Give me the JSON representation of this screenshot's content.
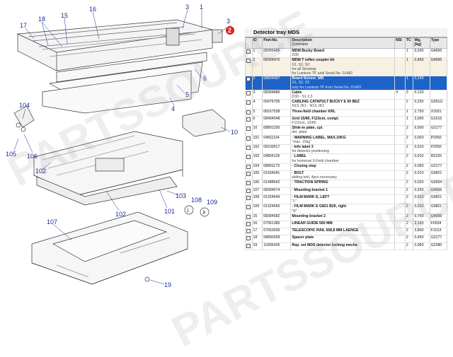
{
  "panel": {
    "title": "Detector tray MDS",
    "columns": {
      "id": "ID",
      "part_no": "Part-No.",
      "description": "Description",
      "comment": "Comment",
      "nsi": "NSI",
      "tc": "TC",
      "wg": "Wg. [kg]",
      "type": "Type"
    },
    "rows": [
      {
        "id": "1",
        "part": "08395456",
        "desc": "MDM Bucky Board",
        "sub": [
          "D30"
        ],
        "nsi": "",
        "tc": "1",
        "wg": "0,200",
        "type": "G4065",
        "style": "normal"
      },
      {
        "id": "2",
        "part": "08394970",
        "desc": "MDM T reflex coupler kit",
        "sub": [
          "S1, S2, S3",
          "for all Sireskop",
          "for Luminos TF until Serial No. 01482"
        ],
        "nsi": "",
        "tc": "1",
        "wg": "0,450",
        "type": "G4065",
        "style": "light"
      },
      {
        "id": "2",
        "part": "08604907",
        "desc": "Board Sensor_MD",
        "sub": [
          "S1, S2, S3",
          "only for Luminos TF from Serial No. 01483"
        ],
        "nsi": "",
        "tc": "1",
        "wg": "0,140",
        "type": "",
        "style": "selected"
      },
      {
        "id": "3",
        "part": "08394889",
        "desc": "Cable",
        "sub": [
          "D30 - S1 2,3"
        ],
        "nsi": "X",
        "tc": "3",
        "wg": "0,120",
        "type": "",
        "style": "normal"
      },
      {
        "id": "4",
        "part": "00476705",
        "desc": "CABLING CATAPULT BUCKY E 00 BEZ",
        "sub": [
          "N1S JK1 - N1S JK2"
        ],
        "nsi": "",
        "tc": "2",
        "wg": "0,250",
        "type": "G051G",
        "style": "normal"
      },
      {
        "id": "5",
        "part": "08167538",
        "desc": "Three-field chamber KRL",
        "sub": [],
        "nsi": "",
        "tc": "1",
        "wg": "2,750",
        "type": "X1651",
        "style": "normal"
      },
      {
        "id": "6",
        "part": "08404548",
        "desc": "Grid 15/80, F115cm, compl.",
        "sub": [
          "F115cm, 15/80"
        ],
        "nsi": "",
        "tc": "1",
        "wg": "3,000",
        "type": "G1515",
        "style": "normal"
      },
      {
        "id": "10",
        "part": "08891330",
        "desc": "Slide-in plate, cpl.",
        "sub": [
          "det. plate"
        ],
        "nsi": "",
        "tc": "2",
        "wg": "6,500",
        "type": "G2177",
        "style": "normal"
      },
      {
        "id": "101",
        "part": "04811134",
        "desc": "· WARNING LABEL, MAX.10KG",
        "sub": [
          "\"max. 10kg\""
        ],
        "nsi": "",
        "tc": "2",
        "wg": "0,003",
        "type": "P2050",
        "style": "normal"
      },
      {
        "id": "102",
        "part": "08100617",
        "desc": "· Info label 3",
        "sub": [
          "for detector positioning"
        ],
        "nsi": "",
        "tc": "2",
        "wg": "0,010",
        "type": "P2050",
        "style": "normal"
      },
      {
        "id": "103",
        "part": "04804126",
        "desc": "· LABEL",
        "sub": [
          "for Iontomat 3-Field chamber"
        ],
        "nsi": "",
        "tc": "2",
        "wg": "0,010",
        "type": "R2226",
        "style": "normal"
      },
      {
        "id": "104",
        "part": "08891173",
        "desc": "· Closing step",
        "sub": [],
        "nsi": "",
        "tc": "2",
        "wg": "0,050",
        "type": "G2177",
        "style": "normal"
      },
      {
        "id": "105",
        "part": "01934041",
        "desc": "· BOLT",
        "sub": [
          "sliding bolt, 4pcs necessary"
        ],
        "nsi": "",
        "tc": "2",
        "wg": "0,010",
        "type": "G0821",
        "style": "normal"
      },
      {
        "id": "106",
        "part": "01488642",
        "desc": "· TRACTION SPRING",
        "sub": [],
        "nsi": "",
        "tc": "2",
        "wg": "0,020",
        "type": "G0934",
        "style": "normal"
      },
      {
        "id": "107",
        "part": "08394574",
        "desc": "· Mounting bracket 1",
        "sub": [],
        "nsi": "",
        "tc": "2",
        "wg": "0,250",
        "type": "G4065",
        "style": "normal"
      },
      {
        "id": "108",
        "part": "01324649",
        "desc": "· FILM MARK E, LEFT",
        "sub": [
          "\"L\""
        ],
        "nsi": "",
        "tc": "2",
        "wg": "0,010",
        "type": "G0821",
        "style": "normal"
      },
      {
        "id": "109",
        "part": "01324656",
        "desc": "· FILM MARK E G821 B26, right",
        "sub": [
          "\"R\""
        ],
        "nsi": "",
        "tc": "2",
        "wg": "0,010",
        "type": "G0821",
        "style": "normal"
      },
      {
        "id": "15",
        "part": "08394582",
        "desc": "Mounting bracket 2",
        "sub": [],
        "nsi": "",
        "tc": "2",
        "wg": "0,700",
        "type": "G4065",
        "style": "normal"
      },
      {
        "id": "16",
        "part": "07061385",
        "desc": "LINEAR GUIDE 560 MM",
        "sub": [],
        "nsi": "",
        "tc": "2",
        "wg": "2,150",
        "type": "F0534",
        "style": "normal"
      },
      {
        "id": "17",
        "part": "07063936",
        "desc": "TELESCOPIC RAIL 558,8 MM LAENGE",
        "sub": [],
        "nsi": "",
        "tc": "2",
        "wg": "3,800",
        "type": "F1013",
        "style": "normal"
      },
      {
        "id": "18",
        "part": "08890928",
        "desc": "Spacer plate",
        "sub": [],
        "nsi": "",
        "tc": "2",
        "wg": "0,450",
        "type": "G2177",
        "style": "normal"
      },
      {
        "id": "19",
        "part": "10305435",
        "desc": "Rep. set MDS detector locking mecha",
        "sub": [],
        "nsi": "",
        "tc": "2",
        "wg": "0,060",
        "type": "G2280",
        "style": "normal"
      }
    ]
  },
  "diagram": {
    "callouts": {
      "c3a": "3",
      "c1": "1",
      "c3b": "3",
      "c2": "2",
      "c16": "16",
      "c15": "15",
      "c18": "18",
      "c17": "17",
      "c6": "6",
      "c5": "5",
      "c4": "4",
      "c10": "10",
      "c104": "104",
      "c105": "105",
      "c106": "106",
      "c102a": "102",
      "c102b": "102",
      "c103": "103",
      "c101": "101",
      "c108": "108",
      "c109": "109",
      "c107": "107",
      "c19": "19",
      "mark_l": "L",
      "mark_r": "R"
    }
  },
  "watermark": "PARTSSOURCE",
  "colors": {
    "selected_row": "#1d63c7",
    "highlight_row": "#f6f1e2",
    "callout_text": "#1a2a9a",
    "callout_red": "#e0201b"
  }
}
